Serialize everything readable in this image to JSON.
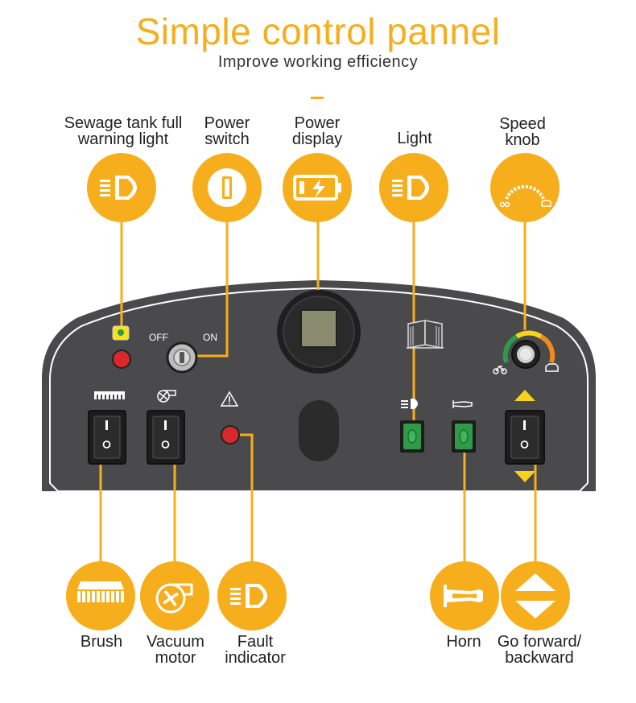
{
  "header": {
    "title": "Simple control pannel",
    "subtitle": "Improve working efficiency"
  },
  "top_labels": {
    "sewage": [
      "Sewage tank full",
      "warning light"
    ],
    "power_switch": [
      "Power",
      "switch"
    ],
    "power_display": [
      "Power",
      "display"
    ],
    "light": [
      "Light"
    ],
    "speed_knob": [
      "Speed",
      "knob"
    ]
  },
  "bottom_labels": {
    "brush": [
      "Brush"
    ],
    "vacuum": [
      "Vacuum",
      "motor"
    ],
    "fault": [
      "Fault",
      "indicator"
    ],
    "horn": [
      "Horn"
    ],
    "direction": [
      "Go forward/",
      "backward"
    ]
  },
  "panel": {
    "off_label": "OFF",
    "on_label": "ON",
    "switch_on_mark": "I",
    "switch_off_mark": "O"
  },
  "colors": {
    "accent": "#f6ae1c",
    "panel": "#4a4a4c",
    "panel_border": "#ffffff",
    "red_indicator": "#d8282b",
    "green_button": "#2f9a4a",
    "yellow_arrow": "#f8d21c"
  },
  "icons": {
    "sewage": "headlight-icon",
    "power_switch": "key-switch-icon",
    "power_display": "battery-charging-icon",
    "light": "headlight-icon",
    "speed_knob": "speed-gauge-icon",
    "brush": "brush-icon",
    "vacuum": "vacuum-fan-icon",
    "fault": "headlight-icon",
    "horn": "horn-icon",
    "direction": "up-down-arrows-icon"
  }
}
